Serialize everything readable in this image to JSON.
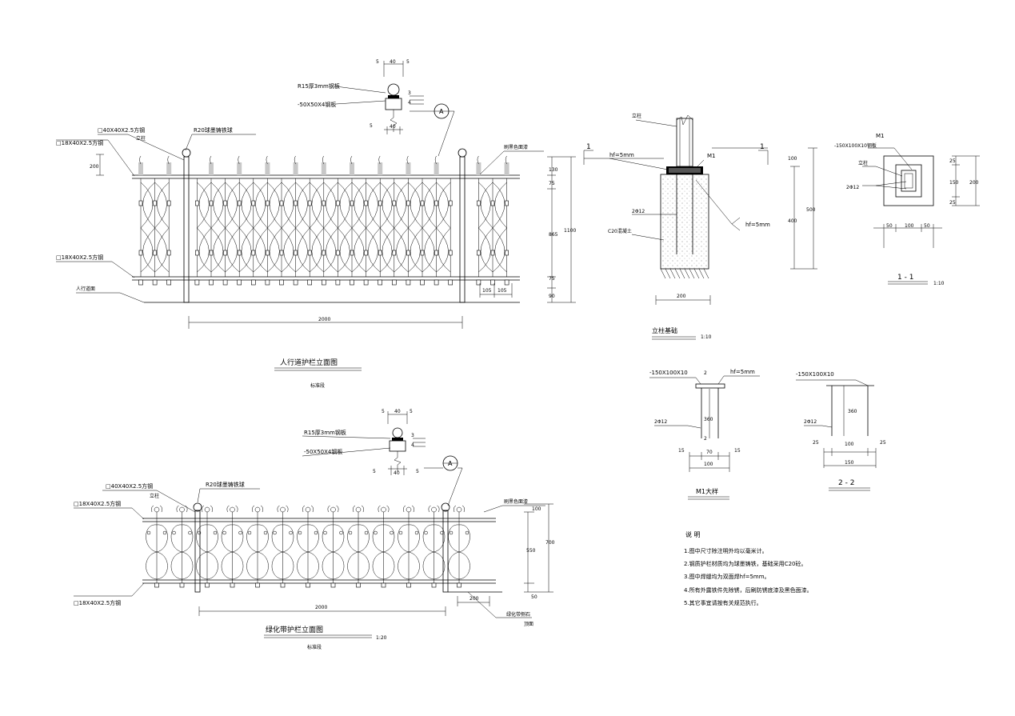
{
  "pedestrian": {
    "title": "人行道护栏立面图",
    "sub": "标准段",
    "labels": {
      "sq40": "□40X40X2.5方钢",
      "r20": "R20球墨铸铁球",
      "flat_top": "□18X40X2.5方钢",
      "post": "立柱",
      "flat_bot": "□18X40X2.5方钢",
      "ground": "人行道面",
      "paint": "刷黑色面漆"
    },
    "cap": {
      "r15": "R15厚3mm钢板",
      "angle": "-50X50X4钢板",
      "d5a": "5",
      "d40a": "40",
      "d5b": "5",
      "d5c": "5",
      "d40b": "40",
      "d3": "3",
      "d4": "4"
    },
    "callout": "A",
    "dims": {
      "len": "2000",
      "d200": "200",
      "v130": "130",
      "v75a": "75",
      "v865": "865",
      "v1100": "1100",
      "v75b": "75",
      "v90": "90",
      "h105a": "105",
      "h105b": "105"
    }
  },
  "foundation": {
    "title": "立柱基础",
    "scale": "1:10",
    "labels": {
      "post": "立柱",
      "m1": "M1",
      "hf1": "hf=5mm",
      "rebar": "2Φ12",
      "concrete": "C20混凝土",
      "hf2": "hf=5mm",
      "cut": "1"
    },
    "dims": {
      "w200": "200",
      "v100": "100",
      "v400": "400",
      "v500": "500"
    }
  },
  "section11": {
    "title": "1 - 1",
    "scale": "1:10",
    "labels": {
      "m1": "M1",
      "plate": "-150X100X10钢板",
      "post": "立柱",
      "rebar": "2Φ12"
    },
    "dims": {
      "h50a": "50",
      "h100": "100",
      "h50b": "50",
      "v25a": "25",
      "v150": "150",
      "v200": "200",
      "v25b": "25"
    }
  },
  "m1detail": {
    "title": "M1大样",
    "labels": {
      "plate": "-150X100X10",
      "hf": "hf=5mm",
      "rebar": "2Φ12",
      "two": "2",
      "two_b": "2"
    },
    "dims": {
      "v360": "360",
      "h15a": "15",
      "h70": "70",
      "h15b": "15",
      "h100": "100"
    }
  },
  "section22": {
    "title": "2 - 2",
    "labels": {
      "plate": "-150X100X10",
      "rebar": "2Φ12"
    },
    "dims": {
      "v360": "360",
      "h25a": "25",
      "h100": "100",
      "h25b": "25",
      "h150": "150"
    }
  },
  "notes": {
    "heading": "说  明",
    "items": [
      "1.图中尺寸除注明外均以毫米计。",
      "2.钢质护栏材质均为球墨铸铁，基础采用C20砼。",
      "3.图中焊缝均为双面焊hf=5mm。",
      "4.所有外露铁件先除锈，后刷防锈底漆及黑色面漆。",
      "5.其它事宜请按有关规范执行。"
    ]
  },
  "greenbelt": {
    "title": "绿化带护栏立面图",
    "scale": "1:20",
    "sub": "标准段",
    "labels": {
      "sq40": "□40X40X2.5方钢",
      "r20": "R20球墨铸铁球",
      "post": "立柱",
      "flat_top": "□18X40X2.5方钢",
      "flat_bot": "□18X40X2.5方钢",
      "paint": "刷黑色面漆",
      "ground1": "绿化带侧石",
      "ground2": "顶面"
    },
    "cap": {
      "r15": "R15厚3mm钢板",
      "angle": "-50X50X4钢板",
      "d5a": "5",
      "d40a": "40",
      "d5b": "5",
      "d5c": "5",
      "d40b": "40",
      "d5d": "5",
      "d3": "3",
      "d4": "4"
    },
    "callout": "A",
    "dims": {
      "len": "2000",
      "d200": "200",
      "v100": "100",
      "v550": "550",
      "v700": "700",
      "v50": "50"
    }
  }
}
